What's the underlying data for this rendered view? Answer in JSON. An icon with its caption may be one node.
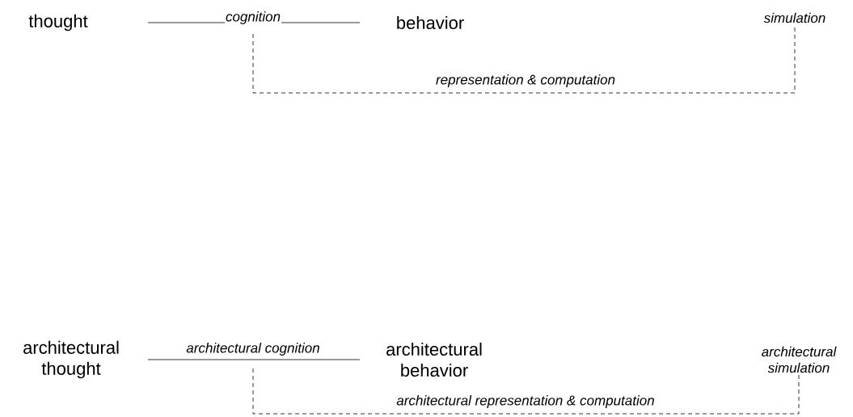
{
  "diagram": {
    "nodes": [
      {
        "text": [
          "thought"
        ]
      },
      {
        "text": [
          "behavior"
        ]
      },
      {
        "text": [
          "simulation"
        ]
      },
      {
        "text": [
          "architectural thought"
        ]
      },
      {
        "text": [
          "architectural behavior"
        ]
      },
      {
        "text": [
          "architectural simulation"
        ]
      }
    ],
    "edges": [
      {
        "from": 0,
        "to": 1,
        "arrow": "none",
        "label": "cognition"
      },
      {
        "from": null,
        "to": 2,
        "arrow": "none",
        "style": "dashed",
        "label": "representation & computation"
      },
      {
        "from": 3,
        "to": 4,
        "arrow": "none",
        "label": "architectural cognition"
      },
      {
        "from": null,
        "to": 5,
        "arrow": "none",
        "style": "dashed",
        "label": "architectural representation & computation"
      }
    ]
  }
}
